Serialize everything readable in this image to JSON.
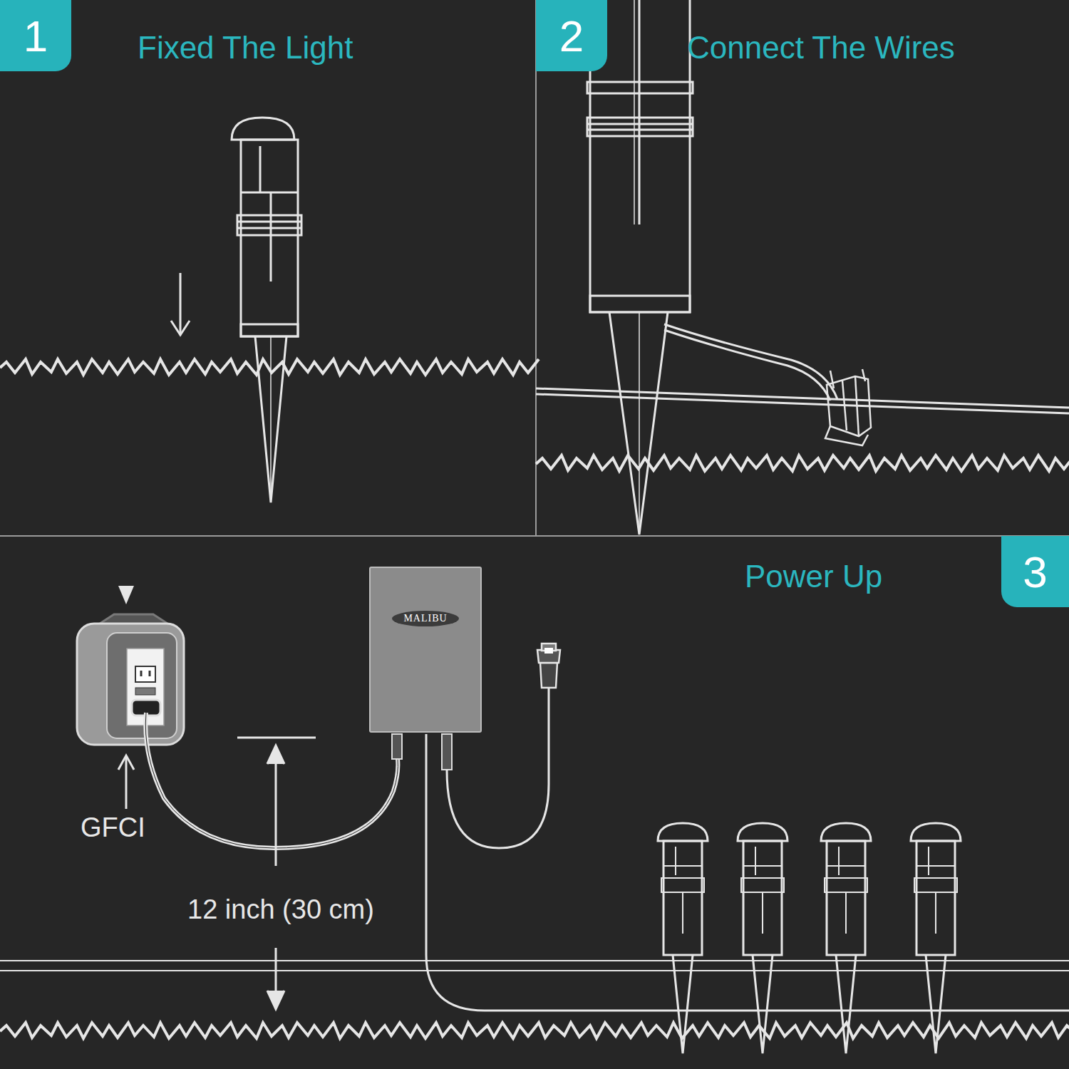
{
  "diagram": {
    "nodes": [
      {
        "text": [
          "Fixed The Light"
        ]
      },
      {
        "text": [
          "1"
        ],
        "in": 0
      },
      {
        "text": [
          "Connect The Wires"
        ]
      },
      {
        "text": [
          "2"
        ],
        "in": 2
      },
      {
        "text": [
          "Power Up"
        ]
      },
      {
        "text": [
          "3"
        ],
        "in": 4
      },
      {
        "text": [
          "MALIBU"
        ],
        "in": 4
      }
    ],
    "labels": [
      "GFCI",
      "12 inch (30 cm)"
    ]
  }
}
